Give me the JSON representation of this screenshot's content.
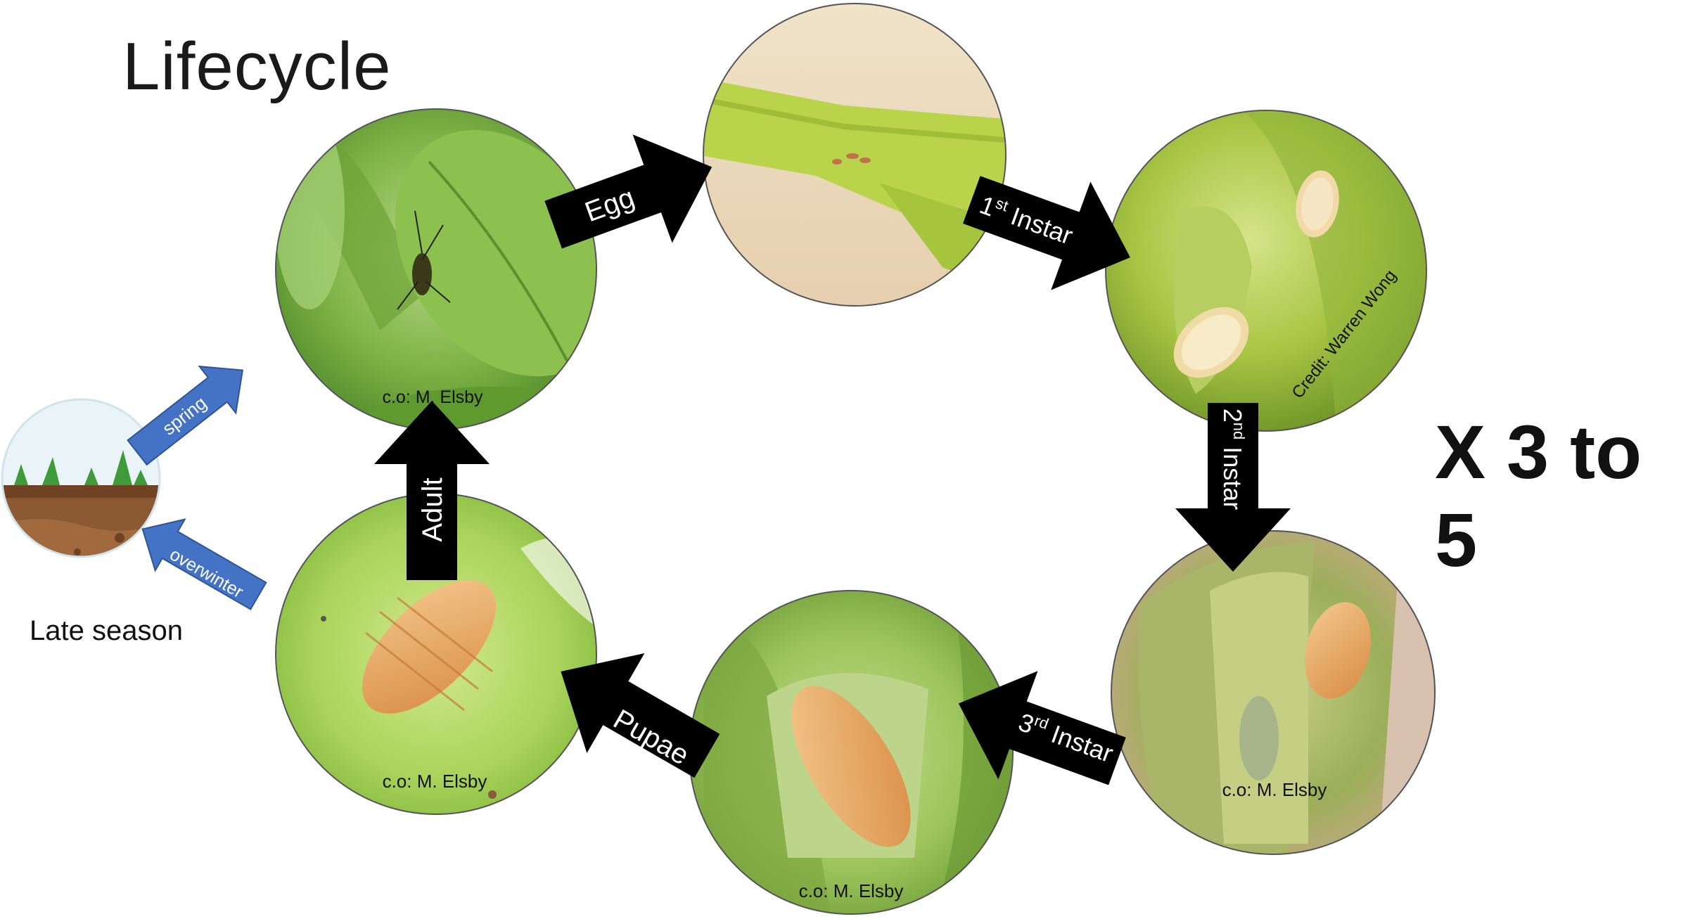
{
  "title": "Lifecycle",
  "repeat_note": "X 3 to 5",
  "late_season_label": "Late season",
  "colors": {
    "arrow_black": "#000000",
    "arrow_blue": "#4472c4",
    "leaf_green": "#8fc43a",
    "larva_orange": "#e8a15a",
    "circle_border": "#555555"
  },
  "stages": {
    "adult": {
      "credit": "c.o: M. Elsby"
    },
    "egg": {
      "credit": ""
    },
    "instar1": {
      "credit": "Credit: Warren Wong"
    },
    "instar2": {
      "credit": "c.o: M. Elsby"
    },
    "instar3": {
      "credit": "c.o: M. Elsby"
    },
    "pupae": {
      "credit": "c.o: M. Elsby"
    }
  },
  "arrows": {
    "egg": "Egg",
    "instar1": {
      "base": "1",
      "sup": "st",
      "rest": " Instar"
    },
    "instar2": {
      "base": "2",
      "sup": "nd",
      "rest": " Instar"
    },
    "instar3": {
      "base": "3",
      "sup": "rd",
      "rest": " Instar"
    },
    "pupae": "Pupae",
    "adult": "Adult"
  },
  "side_arrows": {
    "spring": "spring",
    "overwinter": "overwinter"
  }
}
